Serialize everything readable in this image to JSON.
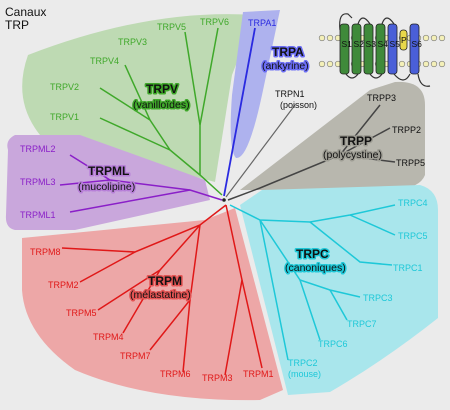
{
  "title": {
    "line1": "Canaux",
    "line2": "TRP"
  },
  "colors": {
    "trpv": "#3fa82a",
    "trpa": "#2a2ae0",
    "trpn": "#555555",
    "trpp": "#444444",
    "trpc": "#1ec8d8",
    "trpm": "#e01818",
    "trpml": "#8a1fc8"
  },
  "families": {
    "trpv": {
      "name": "TRPV",
      "sub": "(vanilloïdes)",
      "members": [
        "TRPV1",
        "TRPV2",
        "TRPV3",
        "TRPV4",
        "TRPV5",
        "TRPV6"
      ]
    },
    "trpa": {
      "name": "TRPA",
      "sub": "(ankyrine)",
      "members": [
        "TRPA1"
      ]
    },
    "trpn": {
      "members": [
        "TRPN1"
      ],
      "sub": "(poisson)"
    },
    "trpp": {
      "name": "TRPP",
      "sub": "(polycystine)",
      "members": [
        "TRPP2",
        "TRPP3",
        "TRPP5"
      ]
    },
    "trpc": {
      "name": "TRPC",
      "sub": "(canoniques)",
      "members": [
        "TRPC1",
        "TRPC2",
        "TRPC3",
        "TRPC4",
        "TRPC5",
        "TRPC6",
        "TRPC7"
      ],
      "note": "(mouse)"
    },
    "trpm": {
      "name": "TRPM",
      "sub": "(mélastatine)",
      "members": [
        "TRPM1",
        "TRPM2",
        "TRPM3",
        "TRPM4",
        "TRPM5",
        "TRPM6",
        "TRPM7",
        "TRPM8"
      ]
    },
    "trpml": {
      "name": "TRPML",
      "sub": "(mucolipine)",
      "members": [
        "TRPML1",
        "TRPML2",
        "TRPML3"
      ]
    }
  },
  "membrane": {
    "segments": [
      "S1",
      "S2",
      "S3",
      "S4",
      "S5",
      "P",
      "S6"
    ]
  }
}
